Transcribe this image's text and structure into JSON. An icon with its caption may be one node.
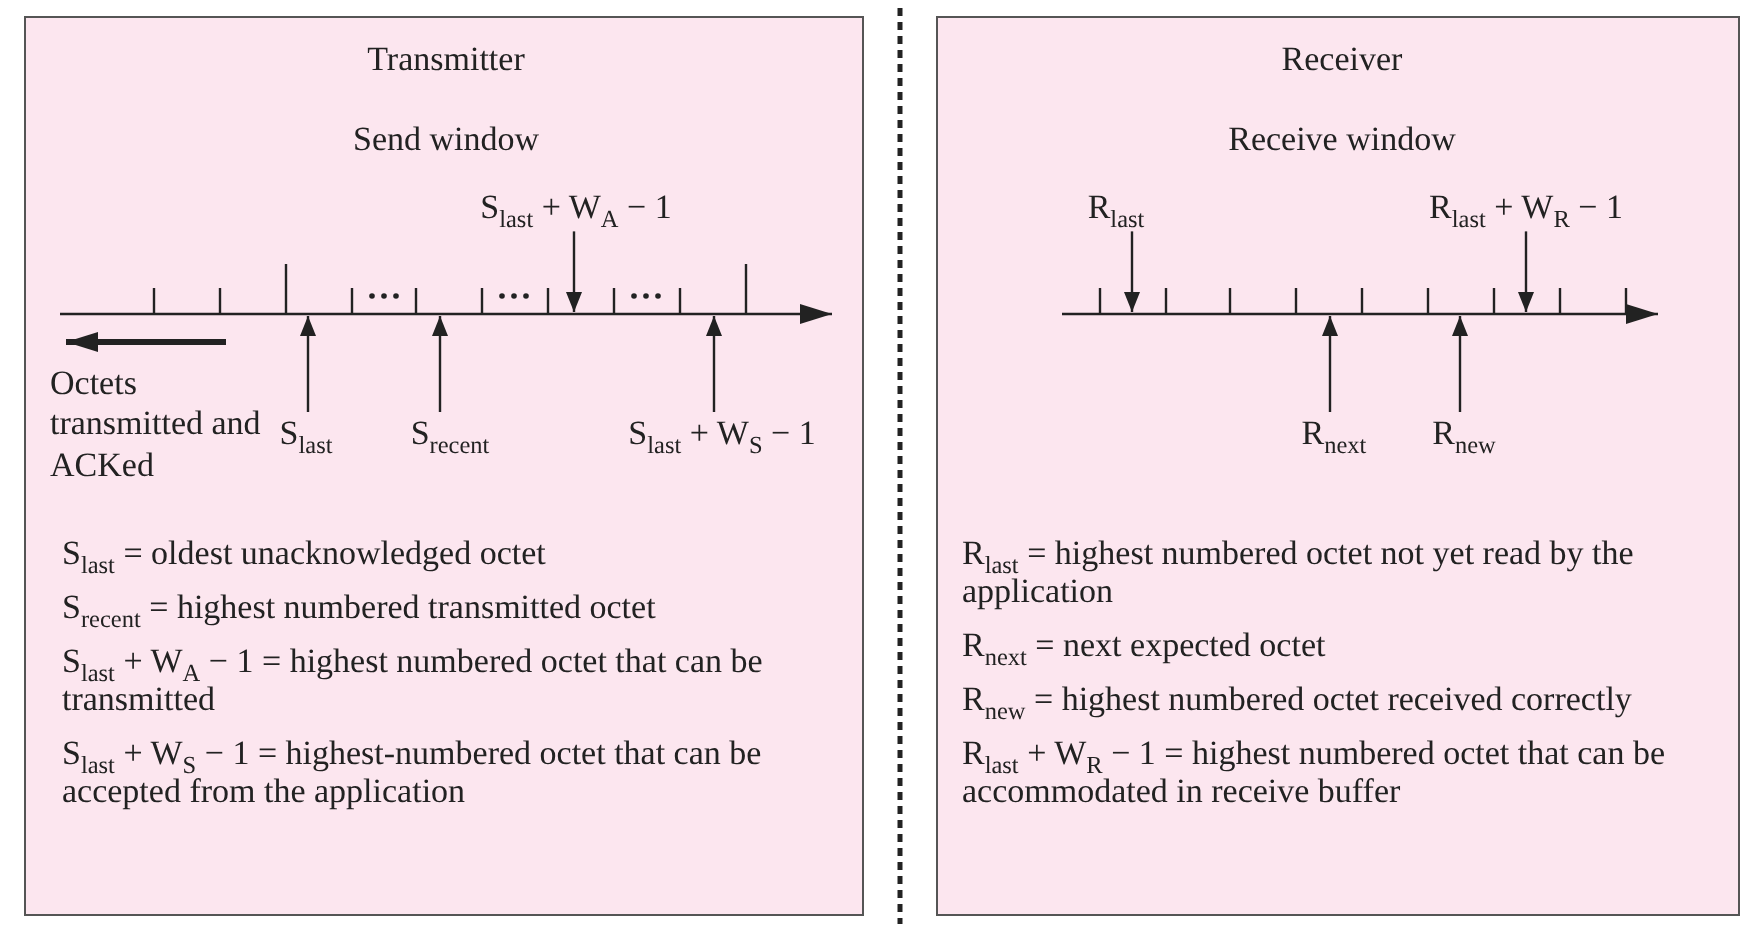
{
  "diagram": {
    "nodes": [
      {
        "text": [
          "Transmitter"
        ]
      },
      {
        "text": [
          "Receiver"
        ]
      },
      {
        "text": [
          "S$_{last}$ + W$_{A}$ − 1"
        ],
        "in": 0
      },
      {
        "text": [
          "S$_{last}$"
        ],
        "in": 0
      },
      {
        "text": [
          "S$_{recent}$"
        ],
        "in": 0
      },
      {
        "text": [
          "S$_{last}$ + W$_{S}$ − 1"
        ],
        "in": 0
      },
      {
        "text": [
          "R$_{last}$"
        ],
        "in": 1
      },
      {
        "text": [
          "R$_{last}$ + W$_{R}$ − 1"
        ],
        "in": 1
      },
      {
        "text": [
          "R$_{next}$"
        ],
        "in": 1
      },
      {
        "text": [
          "R$_{new}$"
        ],
        "in": 1
      }
    ],
    "edges": [
      {
        "from": 2,
        "to": null,
        "arrow": "to"
      },
      {
        "from": 3,
        "to": null,
        "arrow": "to"
      },
      {
        "from": 4,
        "to": null,
        "arrow": "to"
      },
      {
        "from": 5,
        "to": null,
        "arrow": "to"
      },
      {
        "from": 6,
        "to": null,
        "arrow": "to"
      },
      {
        "from": 7,
        "to": null,
        "arrow": "to"
      },
      {
        "from": 8,
        "to": null,
        "arrow": "to"
      },
      {
        "from": 9,
        "to": null,
        "arrow": "to"
      }
    ],
    "labels": [
      "Send window",
      "Octets transmitted and ACKed",
      "S$_{last}$ = oldest unacknowledged octet",
      "S$_{recent}$ = highest numbered transmitted octet",
      "S$_{last}$ + W$_{A}$ − 1 = highest numbered octet that can be transmitted",
      "S$_{last}$ + W$_{S}$ − 1 = highest-numbered octet that can be accepted from the application",
      "Receive window",
      "R$_{last}$ = highest numbered octet not yet read by the application",
      "R$_{next}$ = next expected octet",
      "R$_{new}$ = highest numbered octet received correctly",
      "R$_{last}$ + W$_{R}$ − 1 = highest numbered octet that can be accommodated in receive buffer"
    ]
  }
}
